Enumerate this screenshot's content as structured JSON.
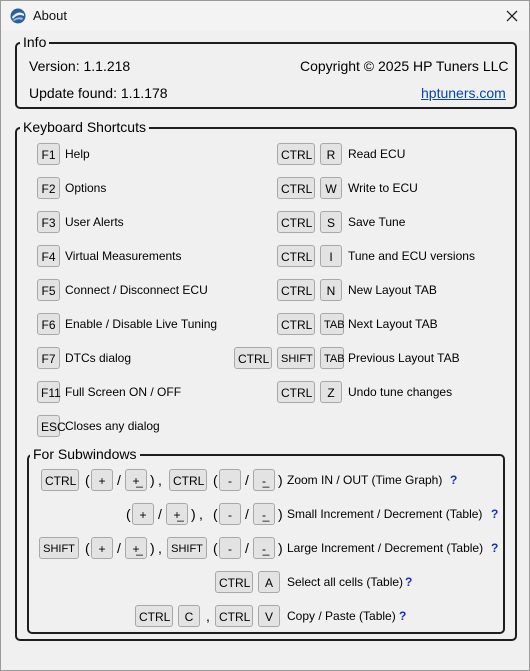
{
  "window": {
    "title": "About",
    "close_icon": "close-icon",
    "app_icon": "hp-tuners-logo-icon"
  },
  "info": {
    "legend": "Info",
    "version": "Version: 1.1.218",
    "update": "Update found: 1.1.178",
    "copyright": "Copyright © 2025 HP Tuners LLC",
    "link": "hptuners.com"
  },
  "shortcuts": {
    "legend": "Keyboard Shortcuts",
    "left": [
      {
        "keys": [
          "F1"
        ],
        "label": "Help"
      },
      {
        "keys": [
          "F2"
        ],
        "label": "Options"
      },
      {
        "keys": [
          "F3"
        ],
        "label": "User Alerts"
      },
      {
        "keys": [
          "F4"
        ],
        "label": "Virtual Measurements"
      },
      {
        "keys": [
          "F5"
        ],
        "label": "Connect / Disconnect ECU"
      },
      {
        "keys": [
          "F6"
        ],
        "label": "Enable / Disable Live Tuning"
      },
      {
        "keys": [
          "F7"
        ],
        "label": "DTCs dialog"
      },
      {
        "keys": [
          "F11"
        ],
        "label": "Full Screen ON / OFF"
      },
      {
        "keys": [
          "ESC"
        ],
        "label": "Closes any dialog"
      }
    ],
    "right": [
      {
        "keys": [
          "CTRL",
          "R"
        ],
        "label": "Read ECU"
      },
      {
        "keys": [
          "CTRL",
          "W"
        ],
        "label": "Write to ECU"
      },
      {
        "keys": [
          "CTRL",
          "S"
        ],
        "label": "Save Tune"
      },
      {
        "keys": [
          "CTRL",
          "I"
        ],
        "label": "Tune and ECU versions"
      },
      {
        "keys": [
          "CTRL",
          "N"
        ],
        "label": "New Layout TAB"
      },
      {
        "keys": [
          "CTRL",
          "TAB"
        ],
        "label": "Next Layout TAB"
      },
      {
        "keys": [
          "CTRL",
          "SHIFT",
          "TAB"
        ],
        "label": "Previous Layout TAB"
      },
      {
        "keys": [
          "CTRL",
          "Z"
        ],
        "label": "Undo tune changes"
      }
    ]
  },
  "subwindows": {
    "legend": "For Subwindows",
    "key_ctrl": "CTRL",
    "key_shift": "SHIFT",
    "key_plus": "+",
    "key_plus_num": "+̲",
    "key_minus": "-",
    "key_minus_num": "-̲",
    "key_a": "A",
    "key_c": "C",
    "key_v": "V",
    "paren_open": "(",
    "paren_close": ")",
    "slash": "/",
    "comma": ",",
    "help": "?",
    "rows": [
      {
        "label": "Zoom IN / OUT (Time Graph)"
      },
      {
        "label": "Small Increment / Decrement (Table)"
      },
      {
        "label": "Large Increment / Decrement (Table)"
      },
      {
        "label": "Select all cells (Table)"
      },
      {
        "label": "Copy / Paste (Table)"
      }
    ]
  }
}
